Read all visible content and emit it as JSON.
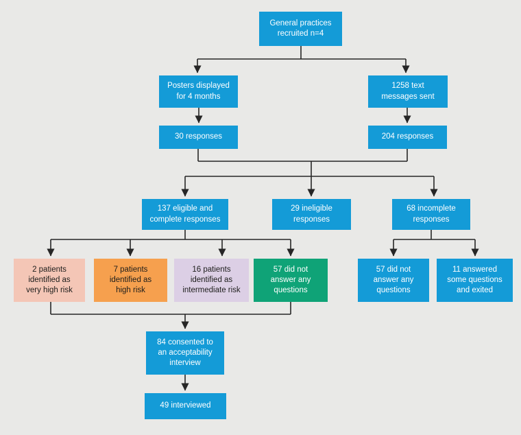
{
  "diagram": {
    "type": "flowchart",
    "description": "Patient recruitment and response flow diagram",
    "nodes": {
      "recruited": {
        "label": "General practices\nrecruited n=4"
      },
      "posters": {
        "label": "Posters displayed\nfor 4 months"
      },
      "texts": {
        "label": "1258 text\nmessages sent"
      },
      "poster_responses": {
        "label": "30 responses"
      },
      "text_responses": {
        "label": "204 responses"
      },
      "eligible": {
        "label": "137 eligible and\ncomplete responses"
      },
      "ineligible": {
        "label": "29 ineligible\nresponses"
      },
      "incomplete": {
        "label": "68 incomplete\nresponses"
      },
      "very_high_risk": {
        "label": "2 patients\nidentified as\nvery high risk"
      },
      "high_risk": {
        "label": "7 patients\nidentified as\nhigh risk"
      },
      "intermediate_risk": {
        "label": "16 patients\nidentified as\nintermediate risk"
      },
      "no_answer": {
        "label": "57 did not\nanswer any\nquestions"
      },
      "incomplete_no_answer": {
        "label": "57 did not\nanswer any\nquestions"
      },
      "some_questions": {
        "label": "11 answered\nsome questions\nand exited"
      },
      "consented": {
        "label": "84 consented to\nan acceptability\ninterview"
      },
      "interviewed": {
        "label": "49 interviewed"
      }
    },
    "colors": {
      "blue": "#149bd7",
      "pink": "#f4c6b6",
      "orange": "#f6a04e",
      "purple": "#dccfe5",
      "green": "#0fa377",
      "background": "#e9e9e7",
      "line": "#262626"
    },
    "edges": [
      "recruited -> posters",
      "recruited -> texts",
      "posters -> poster_responses",
      "texts -> text_responses",
      "poster_responses + text_responses -> eligible",
      "poster_responses + text_responses -> ineligible",
      "poster_responses + text_responses -> incomplete",
      "eligible -> very_high_risk",
      "eligible -> high_risk",
      "eligible -> intermediate_risk",
      "eligible -> no_answer",
      "incomplete -> incomplete_no_answer",
      "incomplete -> some_questions",
      "risk boxes -> consented",
      "consented -> interviewed"
    ]
  }
}
